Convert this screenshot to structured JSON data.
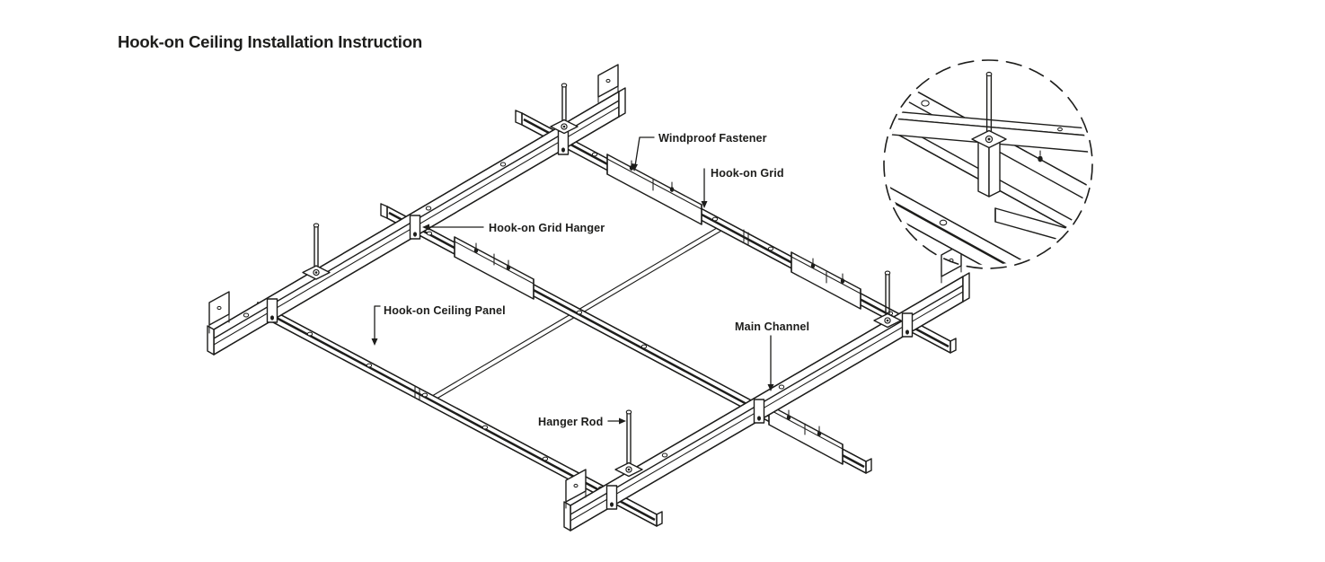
{
  "title": "Hook-on Ceiling Installation Instruction",
  "labels": {
    "windproof_fastener": "Windproof Fastener",
    "hook_on_grid": "Hook-on Grid",
    "hook_on_grid_hanger": "Hook-on Grid Hanger",
    "hook_on_ceiling_panel": "Hook-on Ceiling Panel",
    "main_channel": "Main Channel",
    "hanger_rod": "Hanger Rod"
  },
  "colors": {
    "ink": "#1d1d1b",
    "background": "#ffffff"
  }
}
